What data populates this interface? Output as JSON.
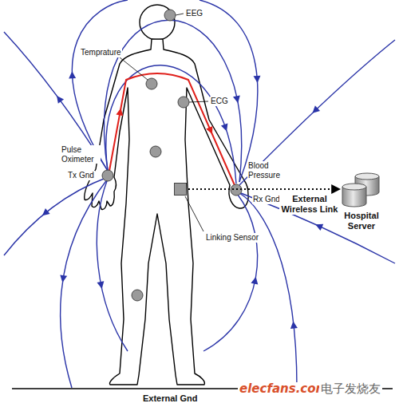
{
  "diagram": {
    "nodes": [
      {
        "text": [
          "Linking Sensor"
        ]
      },
      {
        "text": [
          "Hospital Server"
        ]
      }
    ],
    "edges": [
      {
        "from": 0,
        "to": 1,
        "label": "External Wireless Link",
        "arrow": "to"
      }
    ],
    "labels": [
      "EEG",
      "Temprature",
      "ECG",
      "Pulse Oximeter",
      "Tx Gnd",
      "Blood Pressure",
      "Rx Gnd",
      "External Gnd",
      "elecfans.com",
      "电子发烧友"
    ]
  }
}
